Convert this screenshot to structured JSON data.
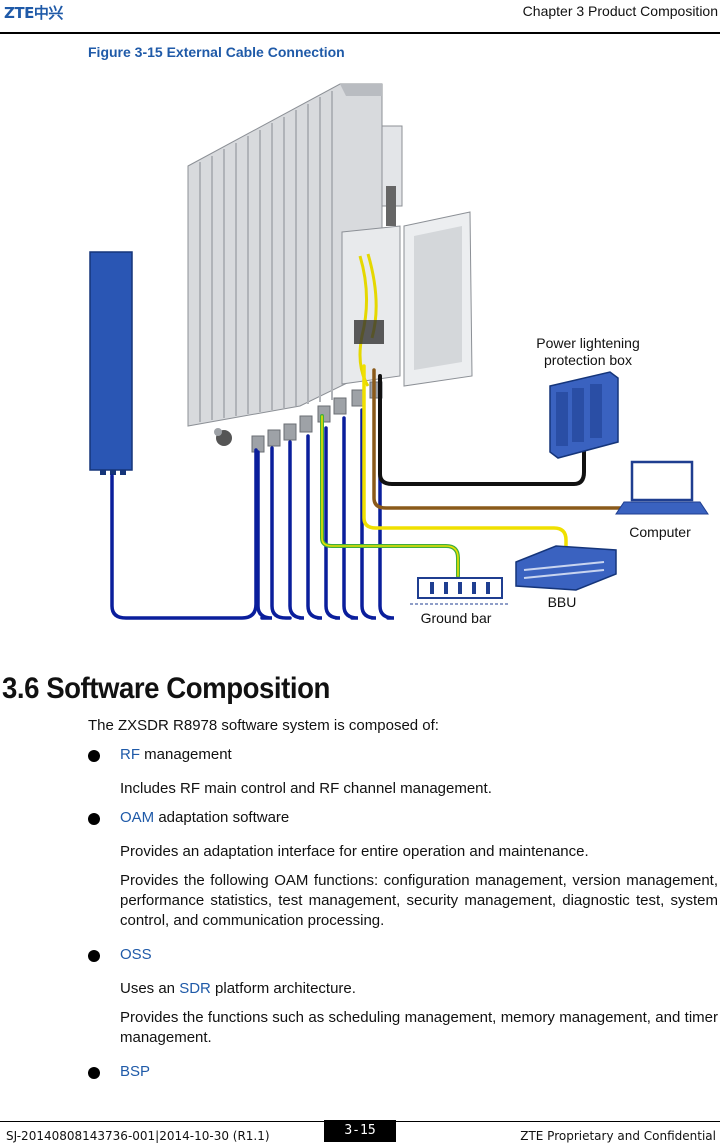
{
  "header": {
    "logo": "ZTE中兴",
    "chapter": "Chapter 3 Product Composition"
  },
  "figure": {
    "caption": "Figure 3-15 External Cable Connection",
    "labels": {
      "power_box": [
        "Power lightening",
        "protection box"
      ],
      "computer": "Computer",
      "bbu": "BBU",
      "ground_bar": "Ground bar"
    }
  },
  "section": {
    "title": "3.6 Software Composition",
    "intro": "The ZXSDR R8978 software system is composed of:",
    "items": [
      {
        "term": "RF",
        "rest": " management",
        "paras": [
          "Includes RF main control and RF channel management."
        ]
      },
      {
        "term": "OAM",
        "rest": " adaptation software",
        "paras": [
          "Provides an adaptation interface for entire operation and maintenance.",
          "Provides the following OAM functions: configuration management, version management, performance statistics, test management, security management, diagnostic test, system control, and communication processing."
        ]
      },
      {
        "term": "OSS",
        "rest": "",
        "paras_parts": [
          {
            "pre": "Uses an ",
            "term": "SDR",
            "post": " platform architecture."
          }
        ],
        "paras": [
          "Provides the functions such as scheduling management, memory management, and timer management."
        ]
      },
      {
        "term": "BSP",
        "rest": ""
      }
    ]
  },
  "footer": {
    "page": "3-15",
    "doc_id": "SJ-20140808143736-001|2014-10-30 (R1.1)",
    "company": "ZTE Proprietary and Confidential"
  },
  "colors": {
    "accent": "#1f5aa8",
    "cable_blue": "#0a1e9c",
    "ground": "#3fae3f",
    "yellow": "#f0e000",
    "brown": "#8a5a1a"
  }
}
